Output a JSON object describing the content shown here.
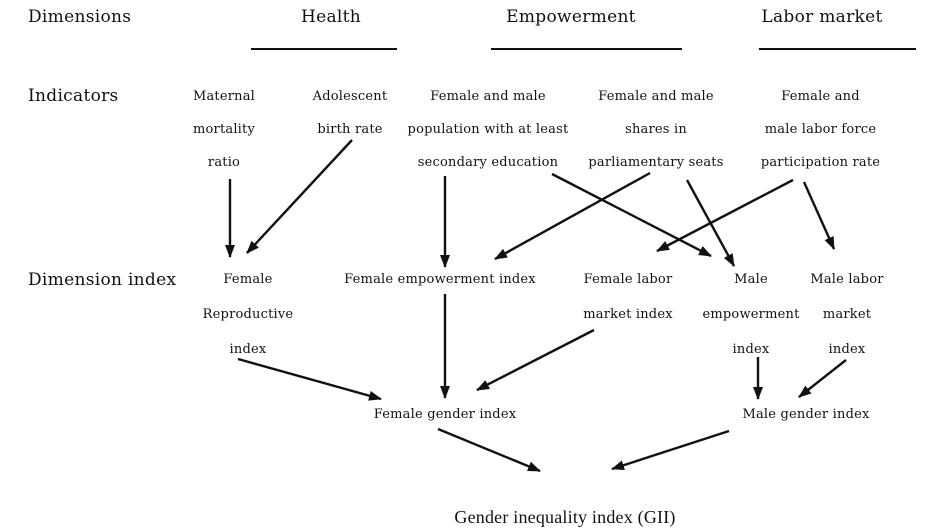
{
  "colors": {
    "text": "#111111",
    "line": "#111111",
    "background": "#ffffff"
  },
  "row_labels": {
    "dimensions": "Dimensions",
    "indicators": "Indicators",
    "dimension_index": "Dimension index"
  },
  "nodes": {
    "health": "Health",
    "empowerment": "Empowerment",
    "labor_market": "Labor market",
    "maternal_mortality_ratio": "Maternal\nmortality\nratio",
    "adolescent_birth_rate": "Adolescent\nbirth rate",
    "secondary_education": "Female and male\npopulation with at least\nsecondary education",
    "parliamentary_seats": "Female and male\nshares in\nparliamentary seats",
    "labor_force_participation": "Female and\nmale labor force\nparticipation rate",
    "female_reproductive_index": "Female\nReproductive\nindex",
    "female_empowerment_index": "Female empowerment index",
    "female_labor_market_index": "Female labor\nmarket index",
    "male_empowerment_index": "Male\nempowerment\nindex",
    "male_labor_market_index": "Male labor\nmarket\nindex",
    "female_gender_index": "Female gender index",
    "male_gender_index": "Male gender index",
    "gii": "Gender inequality index (GII)"
  },
  "edges": [
    {
      "from": "maternal-mortality-ratio",
      "to": "female-reproductive-index"
    },
    {
      "from": "adolescent-birth-rate",
      "to": "female-reproductive-index"
    },
    {
      "from": "secondary-education",
      "to": "female-empowerment-index"
    },
    {
      "from": "parliamentary-seats",
      "to": "female-empowerment-index"
    },
    {
      "from": "secondary-education",
      "to": "male-empowerment-index"
    },
    {
      "from": "parliamentary-seats",
      "to": "male-empowerment-index"
    },
    {
      "from": "labor-force-participation",
      "to": "female-labor-market-index"
    },
    {
      "from": "labor-force-participation",
      "to": "male-labor-market-index"
    },
    {
      "from": "female-empowerment-index",
      "to": "female-gender-index"
    },
    {
      "from": "female-reproductive-index",
      "to": "female-gender-index"
    },
    {
      "from": "female-labor-market-index",
      "to": "female-gender-index"
    },
    {
      "from": "male-empowerment-index",
      "to": "male-gender-index"
    },
    {
      "from": "male-labor-market-index",
      "to": "male-gender-index"
    },
    {
      "from": "female-gender-index",
      "to": "gii"
    },
    {
      "from": "male-gender-index",
      "to": "gii"
    }
  ]
}
